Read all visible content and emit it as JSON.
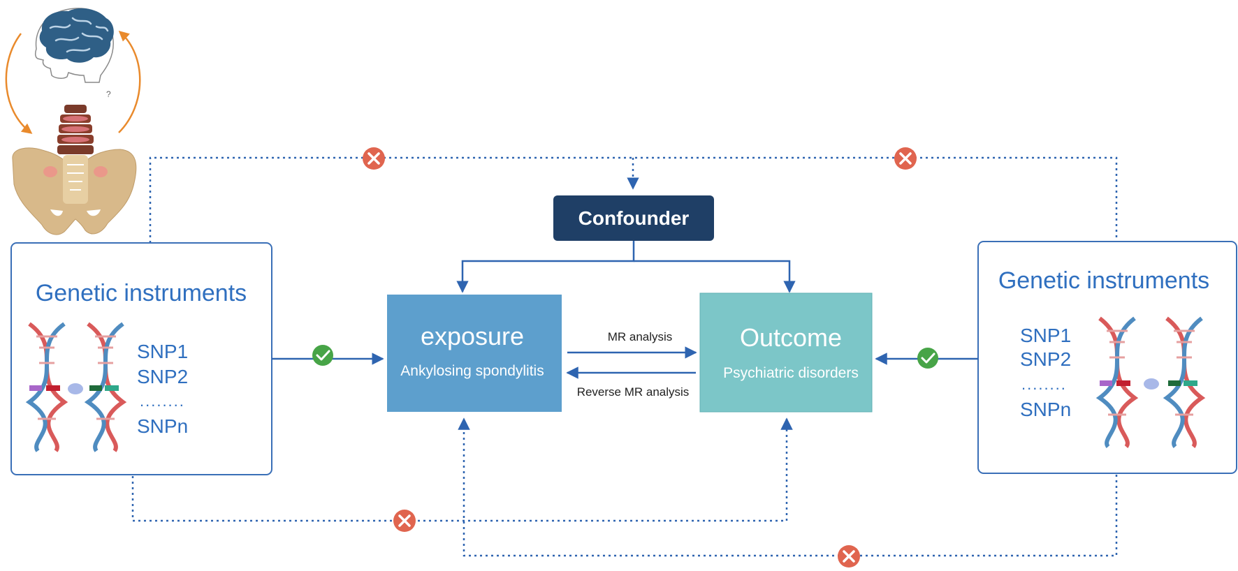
{
  "diagram": {
    "left_panel": {
      "title": "Genetic instruments",
      "snps": [
        "SNP1",
        "SNP2",
        "........",
        "SNPn"
      ]
    },
    "right_panel": {
      "title": "Genetic instruments",
      "snps": [
        "SNP1",
        "SNP2",
        "........",
        "SNPn"
      ]
    },
    "confounder": {
      "label": "Confounder"
    },
    "exposure": {
      "title": "exposure",
      "subtitle": "Ankylosing spondylitis"
    },
    "outcome": {
      "title": "Outcome",
      "subtitle": "Psychiatric disorders"
    },
    "arrows": {
      "forward_label": "MR analysis",
      "reverse_label": "Reverse MR analysis"
    },
    "illustration": {
      "question_mark": "?"
    },
    "colors": {
      "panel_border": "#3a6fb7",
      "panel_text": "#2f6fbf",
      "confounder_bg": "#1f3f66",
      "exposure_bg": "#5d9fcd",
      "outcome_bg": "#7cc6c8",
      "line": "#2e64b0",
      "check_green": "#47a447",
      "cross_red": "#e0654f",
      "cycle_orange": "#e98a2c"
    }
  }
}
